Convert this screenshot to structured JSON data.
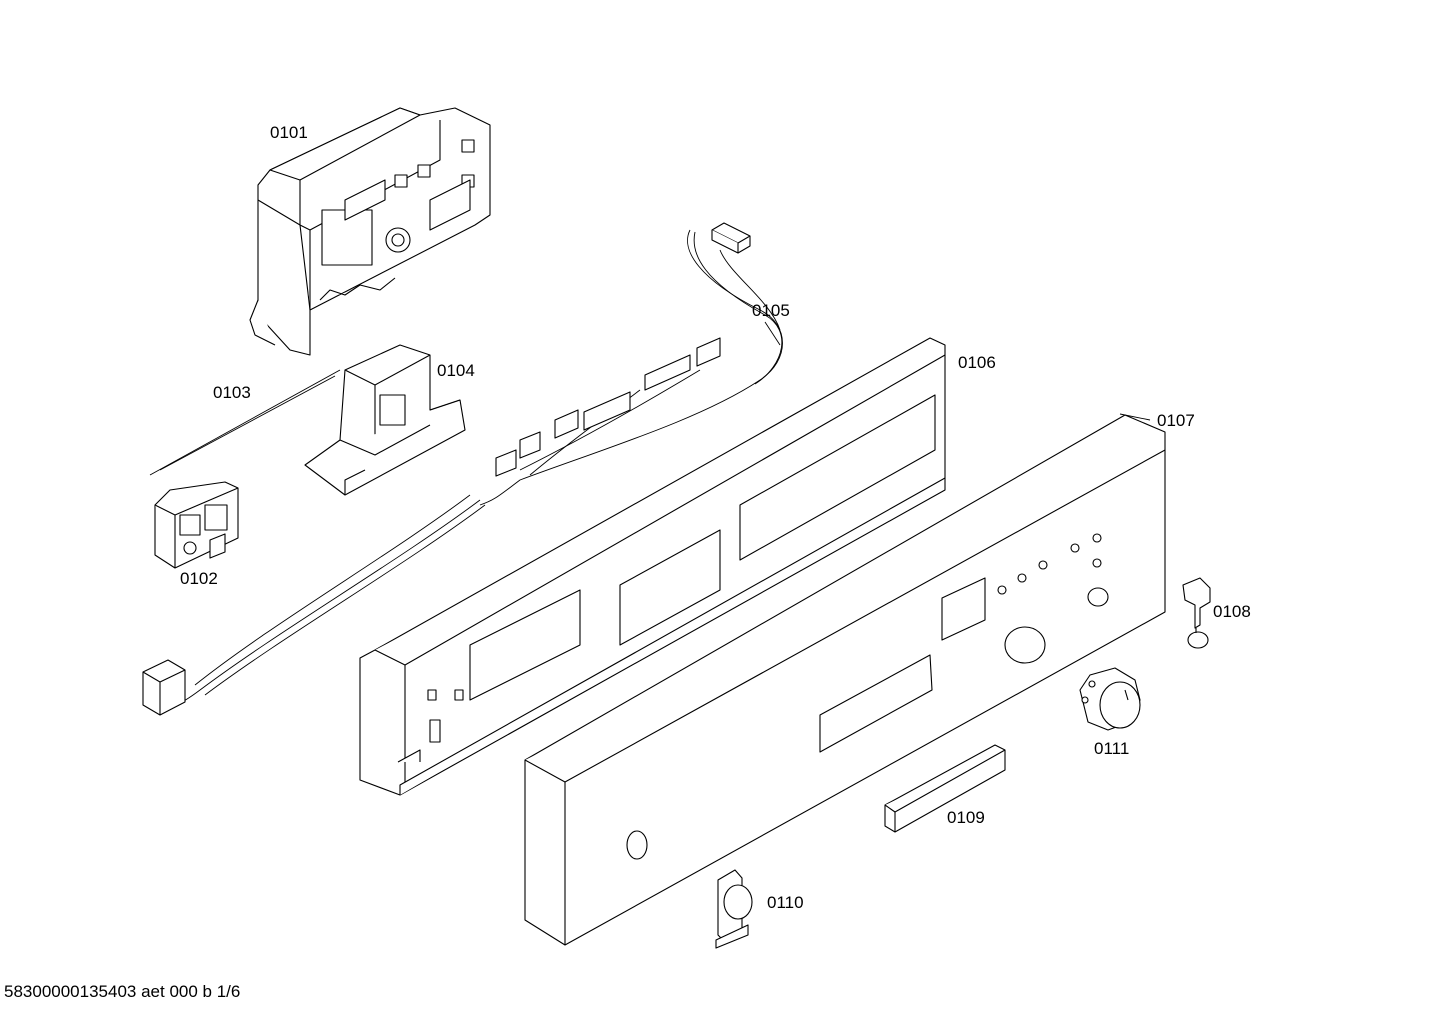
{
  "footer": {
    "doc_code": "58300000135403 aet 000 b 1/6"
  },
  "parts": [
    {
      "id": "0101"
    },
    {
      "id": "0102"
    },
    {
      "id": "0103"
    },
    {
      "id": "0104"
    },
    {
      "id": "0105"
    },
    {
      "id": "0106"
    },
    {
      "id": "0107"
    },
    {
      "id": "0108"
    },
    {
      "id": "0109"
    },
    {
      "id": "0110"
    },
    {
      "id": "0111"
    }
  ]
}
